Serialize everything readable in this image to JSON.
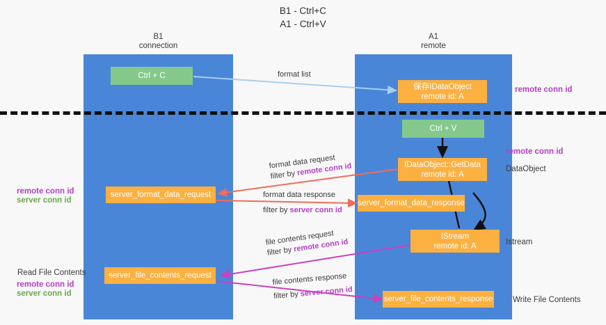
{
  "title": "B1 - Ctrl+C\nA1 - Ctrl+V",
  "lanes": [
    {
      "id": "b1",
      "title": "B1\nconnection"
    },
    {
      "id": "a1",
      "title": "A1\nremote"
    }
  ],
  "boxes": {
    "ctrl_c": {
      "label": "Ctrl + C",
      "color": "#84c98b"
    },
    "save_idataobject": {
      "line1": "保存IDataObject",
      "line2": "remote id: A",
      "color": "#fbb040"
    },
    "ctrl_v": {
      "label": "Ctrl + V",
      "color": "#84c98b"
    },
    "getdata": {
      "line1": "IDataObject::GetData",
      "line2": "remote id: A",
      "color": "#fbb040"
    },
    "server_format_data_request": {
      "label": "server_format_data_request",
      "color": "#fbb040"
    },
    "server_format_data_response": {
      "label": "server_format_data_response",
      "color": "#fbb040"
    },
    "istream": {
      "line1": "IStream",
      "line2": "remote id: A",
      "color": "#fbb040"
    },
    "server_file_contents_request": {
      "label": "server_file_contents_request",
      "color": "#fbb040"
    },
    "server_file_contents_response": {
      "label": "server_file_contents_response",
      "color": "#fbb040"
    }
  },
  "right_labels": {
    "remote_conn_id_top": "remote conn id",
    "remote_conn_id_mid": "remote conn id",
    "dataobject": "DataObject",
    "istream": "Istream",
    "write_file_contents": "Write File Contents"
  },
  "left_labels": {
    "remote_conn_id": "remote conn id",
    "server_conn_id": "server conn id",
    "read_file_contents": "Read File Contents",
    "remote_conn_id_2": "remote conn id",
    "server_conn_id_2": "server conn id"
  },
  "edges": {
    "format_list": "format list",
    "format_data_request": "format data request",
    "format_data_request_filter_prefix": "filter by ",
    "format_data_request_filter_tag": "remote conn id",
    "format_data_response": "format data response",
    "format_data_response_filter_prefix": "filter by ",
    "format_data_response_filter_tag": "server conn id",
    "file_contents_request": "file contents request",
    "file_contents_request_filter_prefix": "filter by ",
    "file_contents_request_filter_tag": "remote conn id",
    "file_contents_response": "file contents response",
    "file_contents_response_filter_prefix": "filter by ",
    "file_contents_response_filter_tag": "server conn id"
  },
  "colors": {
    "lane": "#4a86d8",
    "green_box": "#84c98b",
    "orange_box": "#fbb040",
    "purple": "#b33fc4",
    "green_text": "#6aa84f",
    "arrow_blue": "#a8cdf0",
    "arrow_red": "#ef6c5a",
    "arrow_magenta": "#c council",
    "arrow_black": "#1a1a1a",
    "background": "#f8f8f8"
  }
}
